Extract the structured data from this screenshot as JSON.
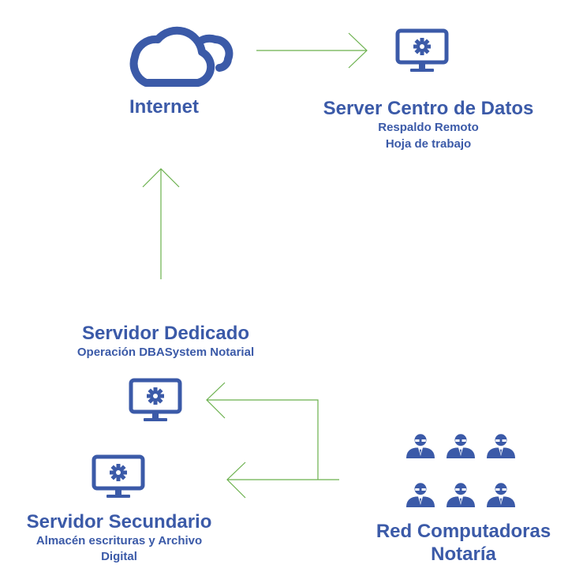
{
  "nodes": {
    "internet": {
      "title": "Internet",
      "icon": "cloud-icon"
    },
    "server_centro": {
      "title": "Server Centro de Datos",
      "lines": [
        "Respaldo Remoto",
        "Hoja de trabajo"
      ],
      "icon": "monitor-gear-icon"
    },
    "servidor_dedicado": {
      "title": "Servidor Dedicado",
      "lines": [
        "Operación DBASystem Notarial"
      ],
      "icon": "monitor-gear-icon"
    },
    "servidor_secundario": {
      "title": "Servidor Secundario",
      "lines": [
        "Almacén escrituras y Archivo",
        "Digital"
      ],
      "icon": "monitor-gear-icon"
    },
    "red_computadoras": {
      "title_lines": [
        "Red Computadoras",
        "Notaría"
      ],
      "icon": "users-group-icon"
    }
  },
  "colors": {
    "primary": "#3b5aa8",
    "arrow": "#6ab04c"
  }
}
